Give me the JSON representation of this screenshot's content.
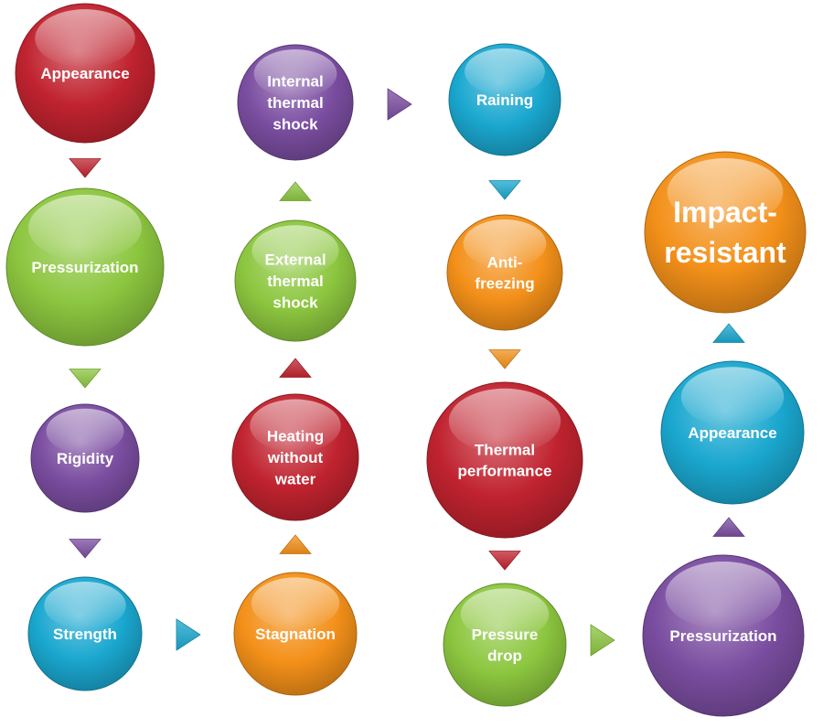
{
  "colors": {
    "red": "#c0232f",
    "green": "#8cc63f",
    "purple": "#7a4da0",
    "blue": "#1aa7cf",
    "orange": "#f39019"
  },
  "nodes": [
    {
      "id": "appearance-1",
      "lines": [
        "Appearance"
      ],
      "color": "red"
    },
    {
      "id": "pressurization-1",
      "lines": [
        "Pressurization"
      ],
      "color": "green"
    },
    {
      "id": "rigidity",
      "lines": [
        "Rigidity"
      ],
      "color": "purple"
    },
    {
      "id": "strength",
      "lines": [
        "Strength"
      ],
      "color": "blue"
    },
    {
      "id": "stagnation",
      "lines": [
        "Stagnation"
      ],
      "color": "orange"
    },
    {
      "id": "heating-without-water",
      "lines": [
        "Heating",
        "without",
        "water"
      ],
      "color": "red"
    },
    {
      "id": "external-thermal-shock",
      "lines": [
        "External",
        "thermal",
        "shock"
      ],
      "color": "green"
    },
    {
      "id": "internal-thermal-shock",
      "lines": [
        "Internal",
        "thermal",
        "shock"
      ],
      "color": "purple"
    },
    {
      "id": "raining",
      "lines": [
        "Raining"
      ],
      "color": "blue"
    },
    {
      "id": "anti-freezing",
      "lines": [
        "Anti-",
        "freezing"
      ],
      "color": "orange"
    },
    {
      "id": "thermal-performance",
      "lines": [
        "Thermal",
        "performance"
      ],
      "color": "red"
    },
    {
      "id": "pressure-drop",
      "lines": [
        "Pressure",
        "drop"
      ],
      "color": "green"
    },
    {
      "id": "pressurization-2",
      "lines": [
        "Pressurization"
      ],
      "color": "purple"
    },
    {
      "id": "appearance-2",
      "lines": [
        "Appearance"
      ],
      "color": "blue"
    },
    {
      "id": "impact-resistant",
      "lines": [
        "Impact-",
        "resistant"
      ],
      "color": "orange"
    }
  ],
  "arrows": [
    {
      "id": "arrow-appearance-to-pressurization",
      "dir": "down",
      "color": "red"
    },
    {
      "id": "arrow-pressurization-to-rigidity",
      "dir": "down",
      "color": "green"
    },
    {
      "id": "arrow-rigidity-to-strength",
      "dir": "down",
      "color": "purple"
    },
    {
      "id": "arrow-strength-to-stagnation",
      "dir": "right",
      "color": "blue"
    },
    {
      "id": "arrow-stagnation-to-heating",
      "dir": "up",
      "color": "orange"
    },
    {
      "id": "arrow-heating-to-external",
      "dir": "up",
      "color": "red"
    },
    {
      "id": "arrow-external-to-internal",
      "dir": "up",
      "color": "green"
    },
    {
      "id": "arrow-internal-to-raining",
      "dir": "right",
      "color": "purple"
    },
    {
      "id": "arrow-raining-to-antifreezing",
      "dir": "down",
      "color": "blue"
    },
    {
      "id": "arrow-antifreezing-to-thermal",
      "dir": "down",
      "color": "orange"
    },
    {
      "id": "arrow-thermal-to-pressuredrop",
      "dir": "down",
      "color": "red"
    },
    {
      "id": "arrow-pressuredrop-to-pressurization",
      "dir": "right",
      "color": "green"
    },
    {
      "id": "arrow-pressurization-to-appearance",
      "dir": "up",
      "color": "purple"
    },
    {
      "id": "arrow-appearance-to-impact",
      "dir": "up",
      "color": "blue"
    }
  ]
}
